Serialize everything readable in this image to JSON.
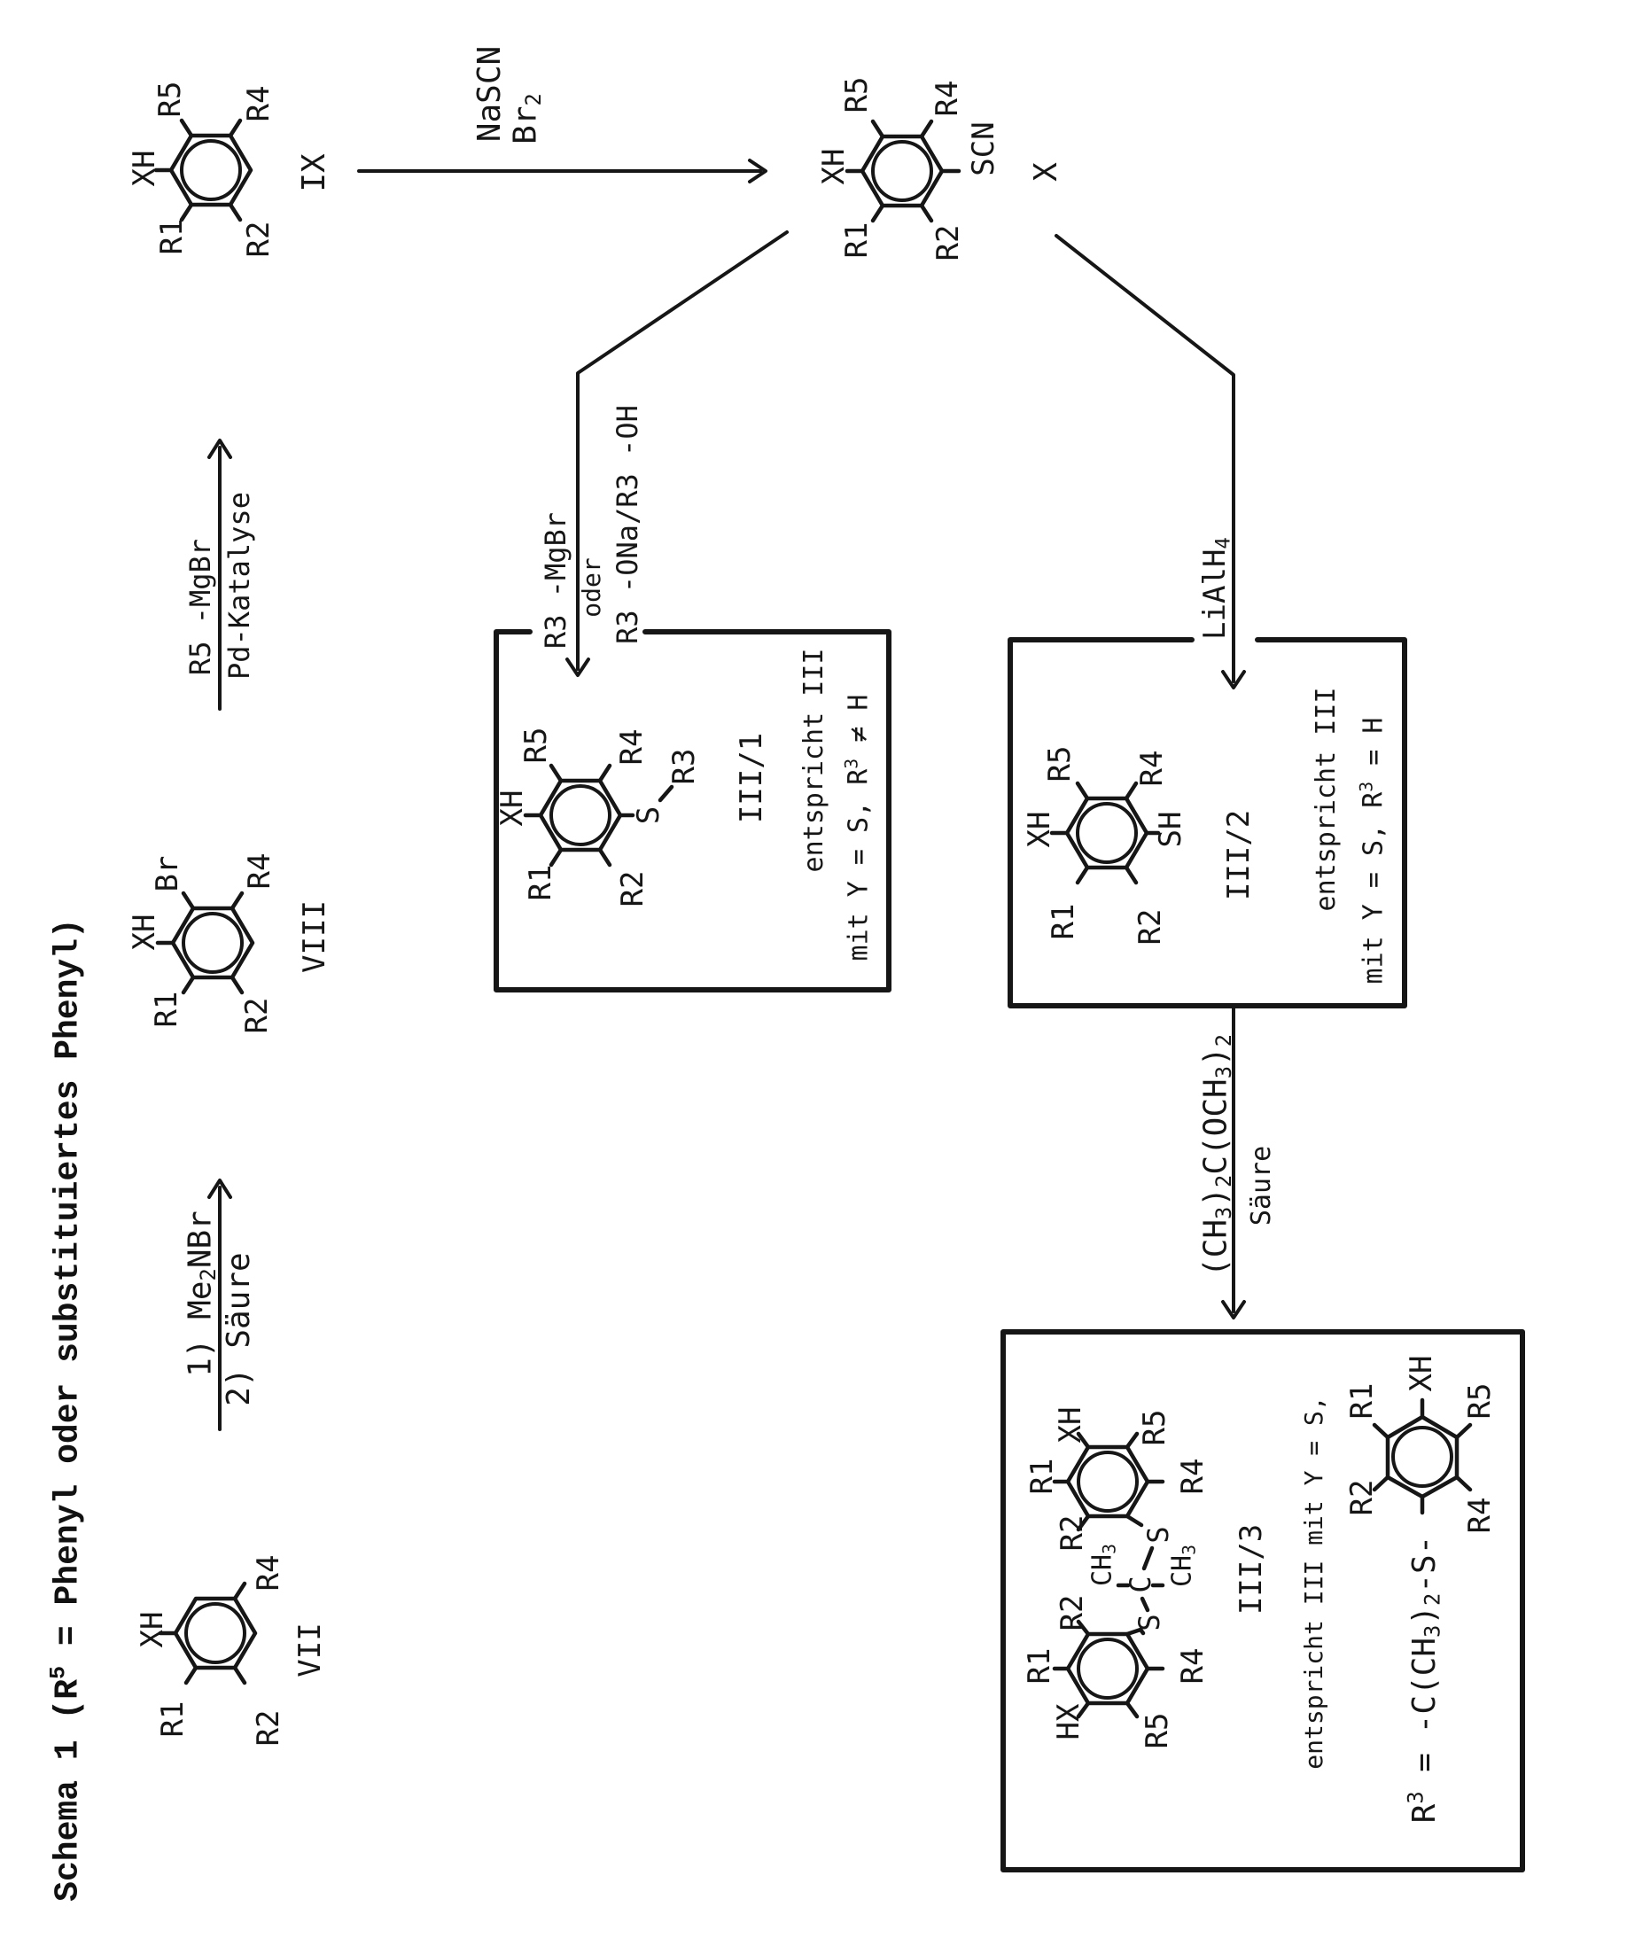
{
  "page": {
    "background": "#ffffff",
    "ink": "#161616"
  },
  "labels": {
    "title": {
      "parts": [
        {
          "t": "Schema 1 (R"
        },
        {
          "t": "5",
          "s": "sup"
        },
        {
          "t": " = Phenyl oder substituiertes Phenyl)"
        }
      ]
    },
    "ix_xh": {
      "text": "XH"
    },
    "ix_r5": {
      "text": "R5"
    },
    "ix_r4": {
      "text": "R4"
    },
    "ix_r1": {
      "text": "R1"
    },
    "ix_r2": {
      "text": "R2"
    },
    "ix_num": {
      "text": "IX"
    },
    "nascn": {
      "text": "NaSCN"
    },
    "br2": {
      "parts": [
        {
          "t": "Br"
        },
        {
          "t": "2",
          "s": "sub"
        }
      ]
    },
    "x_xh": {
      "text": "XH"
    },
    "x_r5": {
      "text": "R5"
    },
    "x_r4": {
      "text": "R4"
    },
    "x_r1": {
      "text": "R1"
    },
    "x_r2": {
      "text": "R2"
    },
    "x_scn": {
      "text": "SCN"
    },
    "x_num": {
      "text": "X"
    },
    "a2_top": {
      "parts": [
        {
          "t": "R5 -MgBr"
        }
      ]
    },
    "a2_bot": {
      "text": "Pd-Katalyse"
    },
    "a3_top": {
      "parts": [
        {
          "t": "1) Me"
        },
        {
          "t": "2",
          "s": "sub"
        },
        {
          "t": "NBr"
        }
      ]
    },
    "a3_bot": {
      "text": "2) Säure"
    },
    "viii_xh": {
      "text": "XH"
    },
    "viii_br": {
      "text": "Br"
    },
    "viii_r4": {
      "text": "R4"
    },
    "viii_r1": {
      "text": "R1"
    },
    "viii_r2": {
      "text": "R2"
    },
    "viii_num": {
      "text": "VIII"
    },
    "vii_xh": {
      "text": "XH"
    },
    "vii_r4": {
      "text": "R4"
    },
    "vii_r1": {
      "text": "R1"
    },
    "vii_r2": {
      "text": "R2"
    },
    "vii_num": {
      "text": "VII"
    },
    "a4_mgbr": {
      "parts": [
        {
          "t": "R3 -MgBr"
        }
      ]
    },
    "a4_oder": {
      "text": "oder"
    },
    "a4_ona": {
      "parts": [
        {
          "t": "R3 -ONa/R3 -OH"
        }
      ]
    },
    "lialh4": {
      "parts": [
        {
          "t": "LiAlH"
        },
        {
          "t": "4",
          "s": "sub"
        }
      ]
    },
    "iii1_xh": {
      "text": "XH"
    },
    "iii1_r5": {
      "text": "R5"
    },
    "iii1_r4": {
      "text": "R4"
    },
    "iii1_r1": {
      "text": "R1"
    },
    "iii1_r2": {
      "text": "R2"
    },
    "iii1_s": {
      "text": "S"
    },
    "iii1_r3": {
      "text": "R3"
    },
    "iii1_num": {
      "text": "III/1"
    },
    "iii1_ent": {
      "text": "entspricht III"
    },
    "iii1_mit": {
      "parts": [
        {
          "t": "mit Y = S, R"
        },
        {
          "t": "3",
          "s": "sup"
        },
        {
          "t": " ≠ H"
        }
      ]
    },
    "iii2_xh": {
      "text": "XH"
    },
    "iii2_r5": {
      "text": "R5"
    },
    "iii2_r4": {
      "text": "R4"
    },
    "iii2_r1": {
      "text": "R1"
    },
    "iii2_r2": {
      "text": "R2"
    },
    "iii2_sh": {
      "text": "SH"
    },
    "iii2_num": {
      "text": "III/2"
    },
    "iii2_ent": {
      "text": "entspricht III"
    },
    "iii2_mit": {
      "parts": [
        {
          "t": "mit Y = S, R"
        },
        {
          "t": "3",
          "s": "sup"
        },
        {
          "t": " = H"
        }
      ]
    },
    "a6_reag": {
      "parts": [
        {
          "t": "(CH"
        },
        {
          "t": "3",
          "s": "sub"
        },
        {
          "t": ")"
        },
        {
          "t": "2",
          "s": "sub"
        },
        {
          "t": "C(OCH"
        },
        {
          "t": "3",
          "s": "sub"
        },
        {
          "t": ")"
        },
        {
          "t": "2",
          "s": "sub"
        }
      ]
    },
    "a6_saeure": {
      "text": "Säure"
    },
    "t1_xh": {
      "text": "XH"
    },
    "t1_r1": {
      "text": "R1"
    },
    "t1_r2": {
      "text": "R2"
    },
    "t1_r5": {
      "text": "R5"
    },
    "t1_r4": {
      "text": "R4"
    },
    "t_s1": {
      "text": "S"
    },
    "t_c": {
      "text": "C"
    },
    "t_ch3l": {
      "parts": [
        {
          "t": "CH"
        },
        {
          "t": "3",
          "s": "sub"
        }
      ]
    },
    "t_ch3r": {
      "parts": [
        {
          "t": "CH"
        },
        {
          "t": "3",
          "s": "sub"
        }
      ]
    },
    "t_s2": {
      "text": "S"
    },
    "t2_r2": {
      "text": "R2"
    },
    "t2_r1": {
      "text": "R1"
    },
    "t2_hx": {
      "text": "HX"
    },
    "t2_r5": {
      "text": "R5"
    },
    "t2_r4": {
      "text": "R4"
    },
    "iii3_num": {
      "text": "III/3"
    },
    "iii3_ent": {
      "text": "entspricht III mit Y = S,"
    },
    "iii3_formula": {
      "parts": [
        {
          "t": "R"
        },
        {
          "t": "3",
          "s": "sup"
        },
        {
          "t": " = -C(CH"
        },
        {
          "t": "3",
          "s": "sub"
        },
        {
          "t": ")"
        },
        {
          "t": "2",
          "s": "sub"
        },
        {
          "t": "-S-"
        }
      ]
    },
    "m_xh": {
      "text": "XH"
    },
    "m_r1": {
      "text": "R1"
    },
    "m_r5": {
      "text": "R5"
    },
    "m_r2": {
      "text": "R2"
    },
    "m_r4": {
      "text": "R4"
    }
  }
}
